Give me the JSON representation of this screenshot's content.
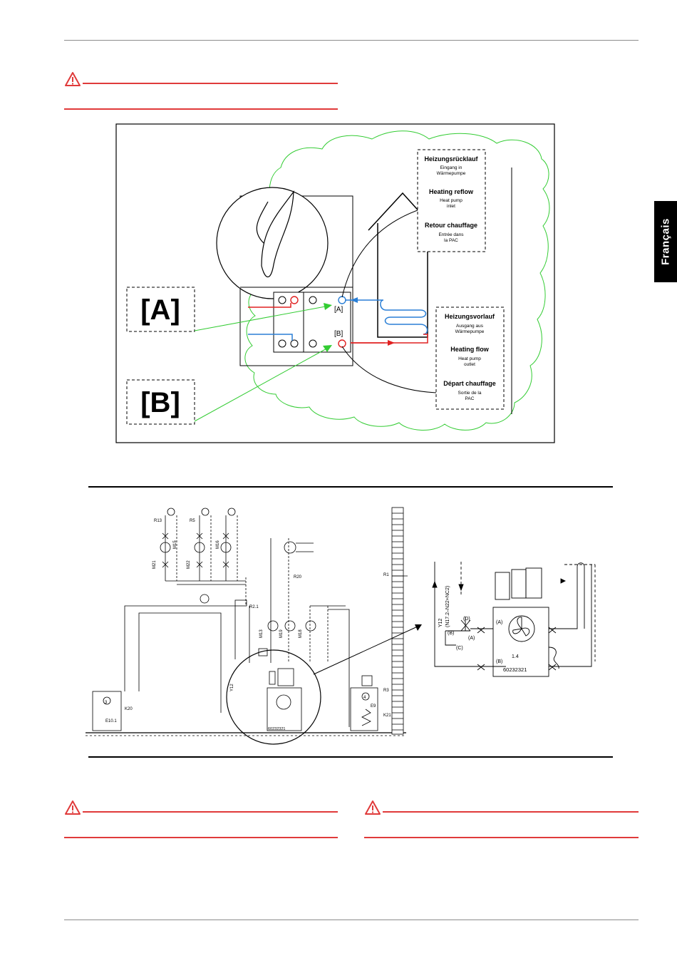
{
  "side_tab": {
    "label": "Français"
  },
  "figure1": {
    "label_a": "[A]",
    "label_b": "[B]",
    "marker_a": "[A]",
    "marker_b": "[B]",
    "inlet": {
      "de_title": "Heizungsrücklauf",
      "de_sub": [
        "Eingang in",
        "Wärmepumpe"
      ],
      "en_title": "Heating reflow",
      "en_sub": [
        "Heat pump",
        "inlet"
      ],
      "fr_title": "Retour chauffage",
      "fr_sub": [
        "Entrée dans",
        "la PAC"
      ]
    },
    "outlet": {
      "de_title": "Heizungsvorlauf",
      "de_sub": [
        "Ausgang aus",
        "Wärmepumpe"
      ],
      "en_title": "Heating flow",
      "en_sub": [
        "Heat pump",
        "outlet"
      ],
      "fr_title": "Départ chauffage",
      "fr_sub": [
        "Sortie de la",
        "PAC"
      ]
    },
    "colors": {
      "hot": "#e02020",
      "cold": "#2a7fd6",
      "pointer": "#33cc33"
    }
  },
  "figure2": {
    "labels": {
      "r13": "R13",
      "r5": "R5",
      "r1": "R1",
      "r2_1": "R2.1",
      "r20": "R20",
      "r3": "R3",
      "m21": "M21",
      "m22": "M22",
      "m15": "M15",
      "m16": "M16",
      "m13": "M13",
      "m19": "M19",
      "m18": "M18",
      "k20": "K20",
      "k21": "K21",
      "e9": "E9",
      "e10_1": "E10.1",
      "y12": "Y12",
      "node3": "3",
      "node4": "4",
      "unit_code": "60232321",
      "unit_num": "1.4",
      "port_a": "(A)",
      "port_b": "(B)",
      "port_c": "(C)",
      "port_d": "(D)",
      "y12_detail": "Y12",
      "y12_detail_sub": "(N17.2–N22+NC2)"
    }
  }
}
